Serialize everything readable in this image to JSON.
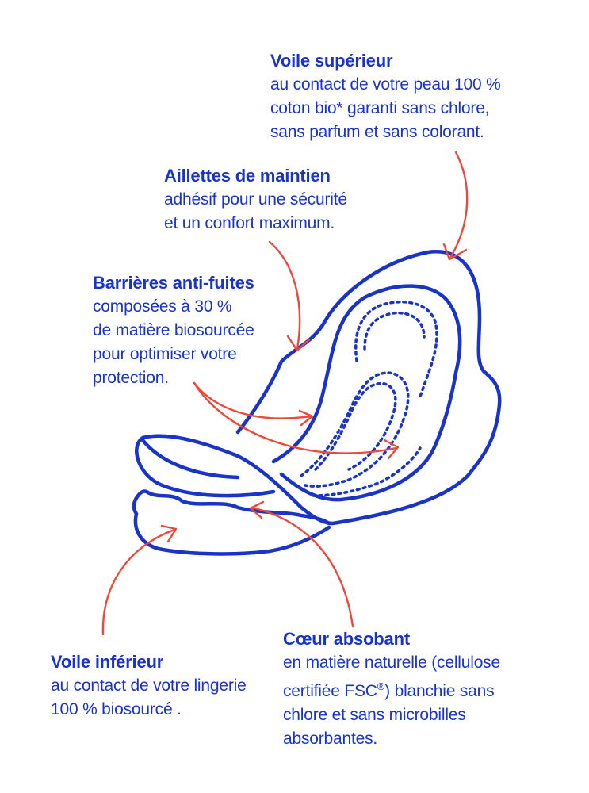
{
  "colors": {
    "ink": "#1a34c8",
    "arrow": "#ea4a3c",
    "background": "#ffffff"
  },
  "labels": {
    "voile_superieur": {
      "title": "Voile supérieur",
      "lines": [
        "au contact de votre peau 100 %",
        "coton bio* garanti sans chlore,",
        "sans parfum et sans colorant."
      ]
    },
    "ailettes": {
      "title": "Aillettes de maintien",
      "lines": [
        "adhésif pour une sécurité",
        "et un confort maximum."
      ]
    },
    "barrieres": {
      "title": "Barrières anti-fuites",
      "lines": [
        "composées à 30 %",
        "de matière biosourcée",
        "pour optimiser votre",
        "protection."
      ]
    },
    "coeur": {
      "title": "Cœur absobant",
      "lines": [
        "en matière naturelle (cellulose",
        "certifiée FSC",
        ") blanchie sans",
        "chlore et sans microbilles",
        "absorbantes."
      ],
      "registered_mark": "®"
    },
    "voile_inferieur": {
      "title": "Voile inférieur",
      "lines": [
        "au contact de votre lingerie",
        "100 % biosourcé ."
      ]
    }
  }
}
